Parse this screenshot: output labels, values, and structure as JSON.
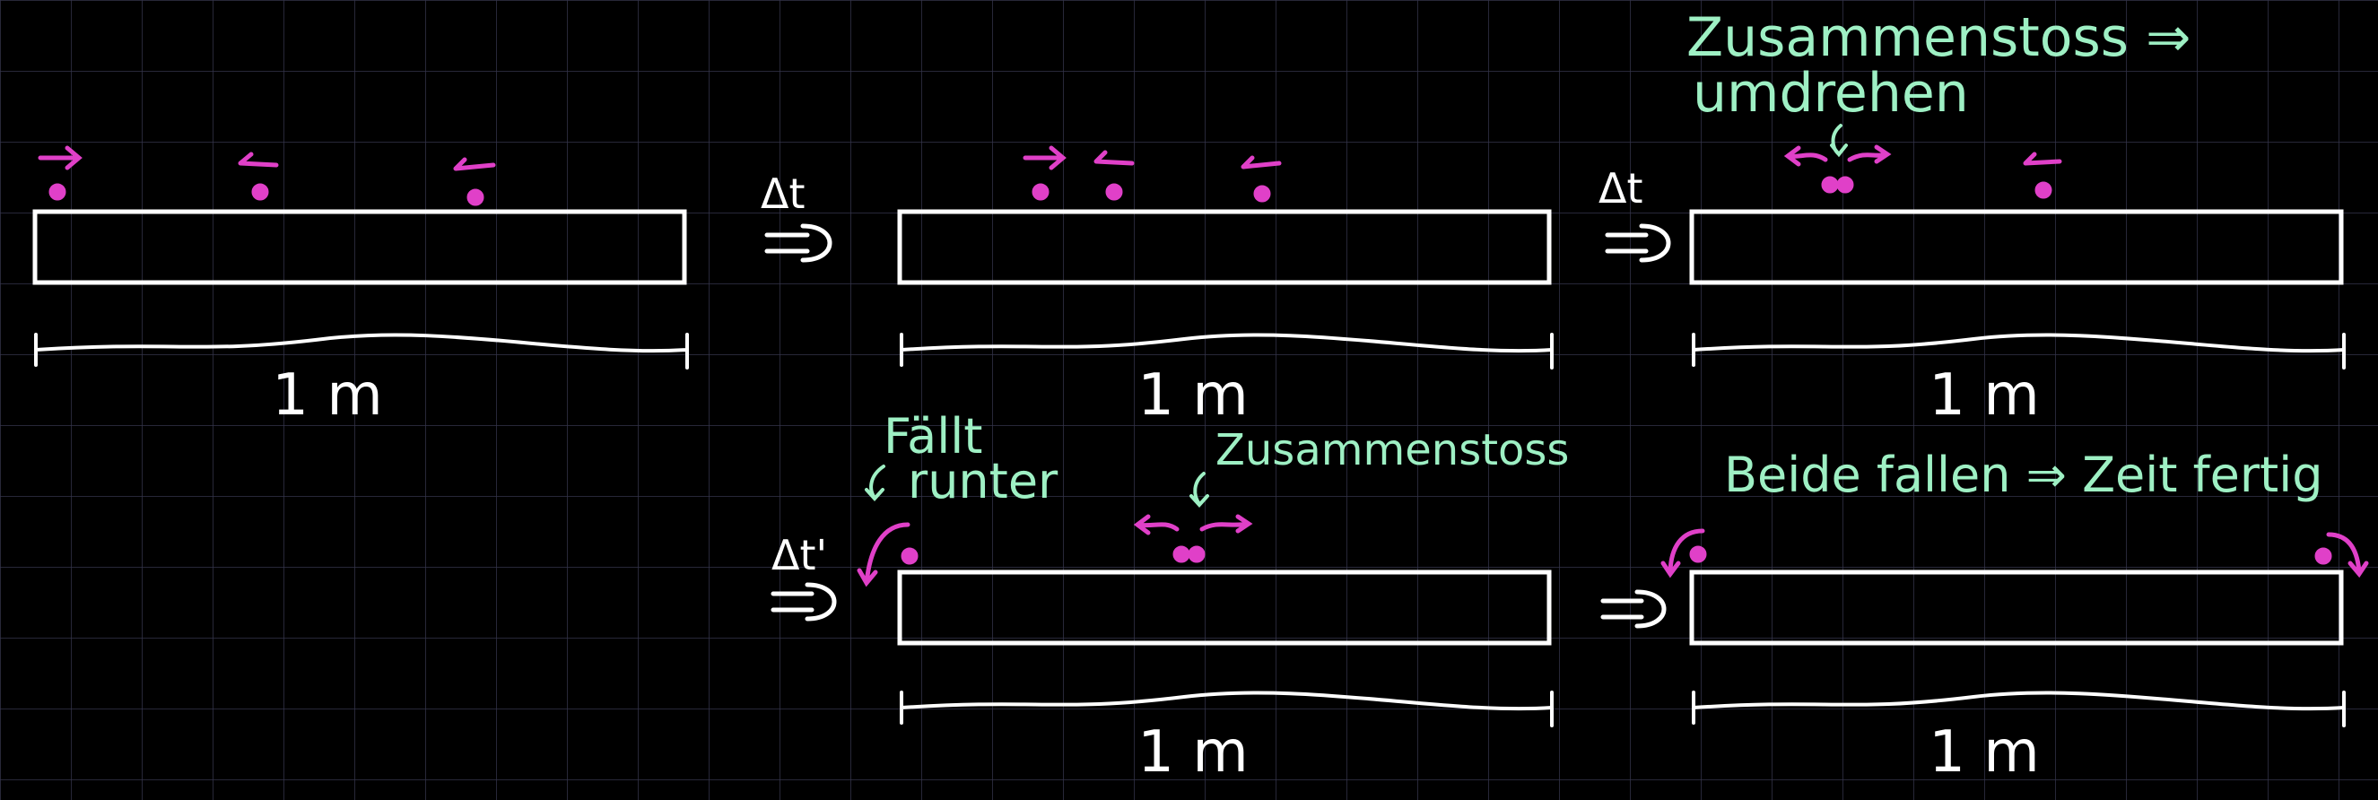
{
  "colors": {
    "background": "#000000",
    "grid": "#3a3a48",
    "outline": "#ffffff",
    "particle": "#e040c8",
    "annotation": "#9ef0c4"
  },
  "labels": {
    "length": "1 m",
    "dt": "Δt",
    "dt_prime": "Δt'",
    "collision_top_line1": "Zusammenstoss ⇒",
    "collision_top_line2": "umdrehen",
    "faellt_line1": "Fällt",
    "faellt_line2": "runter",
    "collision_bottom": "Zusammenstoss",
    "final": "Beide fallen ⇒ Zeit fertig"
  }
}
